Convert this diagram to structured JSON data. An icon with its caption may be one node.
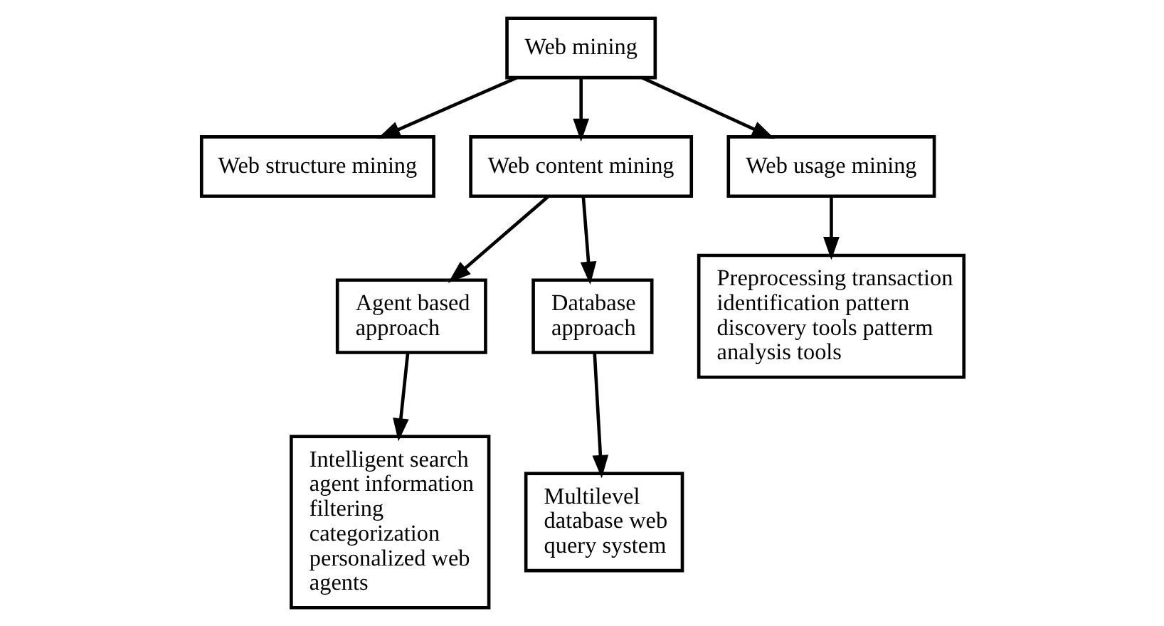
{
  "diagram": {
    "nodes": [
      {
        "text": [
          "Web mining"
        ]
      },
      {
        "text": [
          "Web structure mining"
        ]
      },
      {
        "text": [
          "Web content mining"
        ]
      },
      {
        "text": [
          "Web usage mining"
        ]
      },
      {
        "text": [
          "Agent based approach"
        ]
      },
      {
        "text": [
          "Database approach"
        ]
      },
      {
        "text": [
          "Preprocessing transaction identification pattern discovery tools patterm analysis tools"
        ]
      },
      {
        "text": [
          "Intelligent search agent information filtering categorization personalized web agents"
        ]
      },
      {
        "text": [
          "Multilevel database web query system"
        ]
      }
    ],
    "edges": [
      {
        "from": 0,
        "to": 1,
        "arrow": "to"
      },
      {
        "from": 0,
        "to": 2,
        "arrow": "to"
      },
      {
        "from": 0,
        "to": 3,
        "arrow": "to"
      },
      {
        "from": 3,
        "to": 6,
        "arrow": "to"
      },
      {
        "from": 2,
        "to": 4,
        "arrow": "to"
      },
      {
        "from": 2,
        "to": 5,
        "arrow": "to"
      },
      {
        "from": 4,
        "to": 7,
        "arrow": "to"
      },
      {
        "from": 5,
        "to": 8,
        "arrow": "to"
      }
    ]
  }
}
